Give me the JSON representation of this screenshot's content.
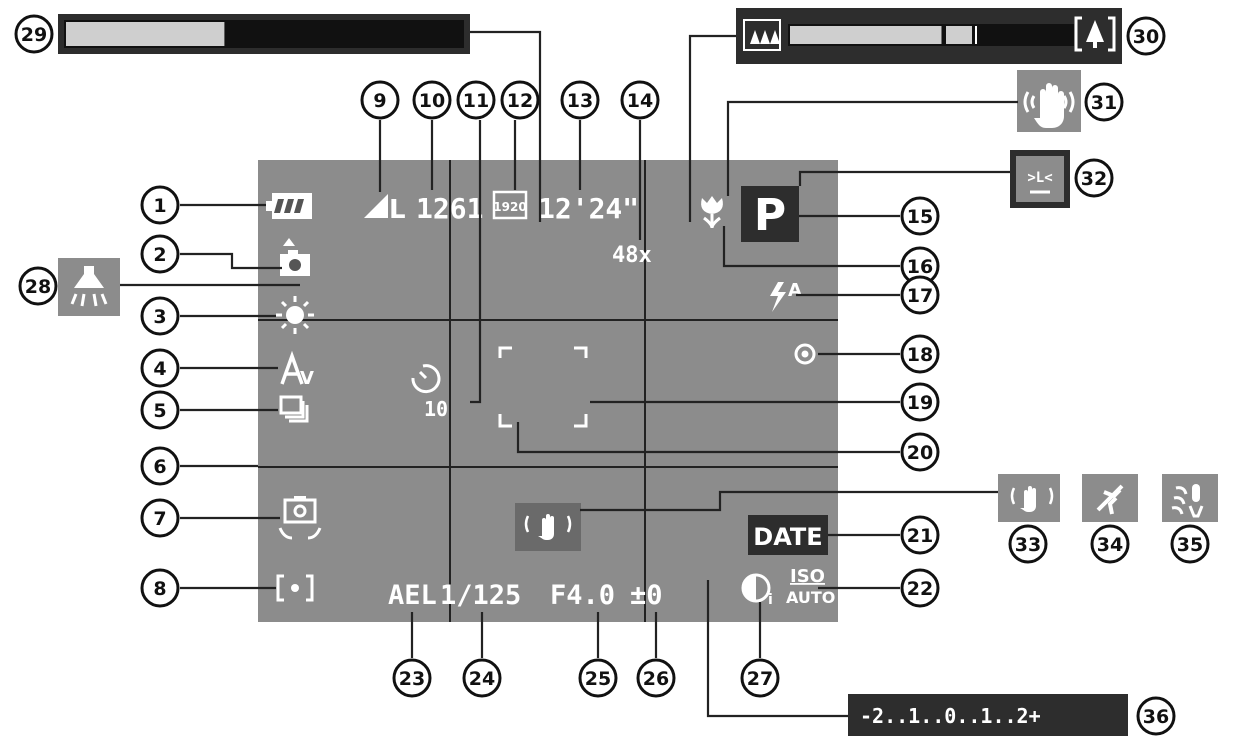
{
  "colors": {
    "screen": "#8c8c8c",
    "bar": "#2d2d2d",
    "fill": "#cfcfcf",
    "white": "#ffffff",
    "ink": "#111111"
  },
  "screen": {
    "shots_remaining": "1261",
    "movie_res": "1920",
    "movie_time": "12'24\"",
    "zoom": "48x",
    "mode": "P",
    "flash": "A",
    "date_stamp": "DATE",
    "iso_top": "ISO",
    "iso_bottom": "AUTO",
    "ae_lock": "AEL",
    "shutter": "1/125",
    "aperture": "F4.0",
    "exposure_comp": "±0",
    "self_timer": "10",
    "recording_size": "L",
    "face_icon_label": ">L<"
  },
  "exposure_scale": {
    "text": "-2..1..0..1..2+"
  },
  "zoom_bar": {
    "level_percent": 68
  },
  "memory_bar": {
    "level_percent": 40
  },
  "icons": [
    "battery-icon",
    "camera-orientation-icon",
    "white-balance-icon",
    "my-colors-icon",
    "drive-mode-icon",
    "grid-lines-icon",
    "camera-shake-warning-icon",
    "metering-icon",
    "compression-icon",
    "self-timer-icon",
    "macro-icon",
    "red-eye-icon",
    "af-frame-icon",
    "spot-ae-frame-icon",
    "image-stabilizer-icon",
    "i-contrast-icon",
    "hg-lamp-icon",
    "blink-detection-icon",
    "tripod-is-icon",
    "wind-filter-icon",
    "tele-icon",
    "wide-icon"
  ],
  "callouts": [
    "1",
    "2",
    "3",
    "4",
    "5",
    "6",
    "7",
    "8",
    "9",
    "10",
    "11",
    "12",
    "13",
    "14",
    "15",
    "16",
    "17",
    "18",
    "19",
    "20",
    "21",
    "22",
    "23",
    "24",
    "25",
    "26",
    "27",
    "28",
    "29",
    "30",
    "31",
    "32",
    "33",
    "34",
    "35",
    "36"
  ]
}
